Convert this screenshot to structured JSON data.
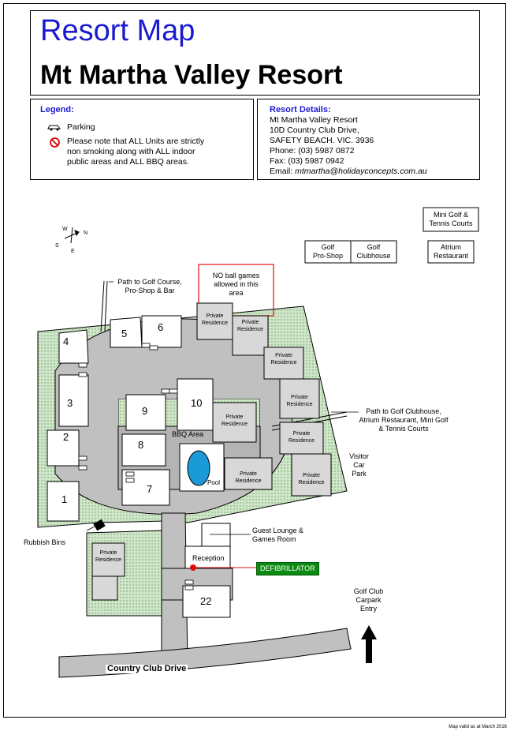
{
  "title": "Resort Map",
  "resort_name": "Mt Martha Valley Resort",
  "legend": {
    "heading": "Legend:",
    "parking": "Parking",
    "note": [
      "Please note that ALL Units are strictly",
      "non smoking along with ALL indoor",
      "public areas and ALL BBQ areas."
    ]
  },
  "details": {
    "heading": "Resort Details:",
    "lines": [
      "Mt Martha Valley Resort",
      "10D Country Club Drive,",
      "SAFETY BEACH. VIC. 3936",
      "Phone: (03) 5987 0872",
      "Fax: (03) 5987 0942"
    ],
    "email_label": "Email:",
    "email": "mtmartha@holidayconcepts.com.au"
  },
  "compass": {
    "w": "W",
    "n": "N",
    "s": "S",
    "e": "E"
  },
  "facilities": {
    "golf_proshop": [
      "Golf",
      "Pro-Shop"
    ],
    "golf_clubhouse": [
      "Golf",
      "Clubhouse"
    ],
    "mini_golf": [
      "Mini Golf &",
      "Tennis Courts"
    ],
    "atrium": [
      "Atrium",
      "Restaurant"
    ]
  },
  "labels": {
    "no_ball": [
      "NO ball games",
      "allowed in this",
      "area"
    ],
    "path_golf": [
      "Path to Golf Course,",
      "Pro-Shop & Bar"
    ],
    "path_clubhouse": [
      "Path to Golf Clubhouse,",
      "Atrium Restaurant, Mini Golf",
      "& Tennis Courts"
    ],
    "visitor": [
      "Visitor",
      "Car",
      "Park"
    ],
    "bbq": "BBQ Area",
    "pool": "Pool",
    "rubbish": "Rubbish Bins",
    "guest_lounge": [
      "Guest Lounge &",
      "Games Room"
    ],
    "reception": "Reception",
    "defib": "DEFIBRILLATOR",
    "golf_carpark": [
      "Golf Club",
      "Carpark",
      "Entry"
    ],
    "road": "Country Club Drive",
    "private": [
      "Private",
      "Residence"
    ]
  },
  "units": [
    "1",
    "2",
    "3",
    "4",
    "5",
    "6",
    "7",
    "8",
    "9",
    "10",
    "22"
  ],
  "footer": "Map valid as at March 2016",
  "colors": {
    "title_blue": "#1a1ad0",
    "grass": "#c9e3c2",
    "road": "#c0c0c0",
    "building": "#ffffff",
    "defib": "#0a8a10",
    "red": "#e01010"
  }
}
